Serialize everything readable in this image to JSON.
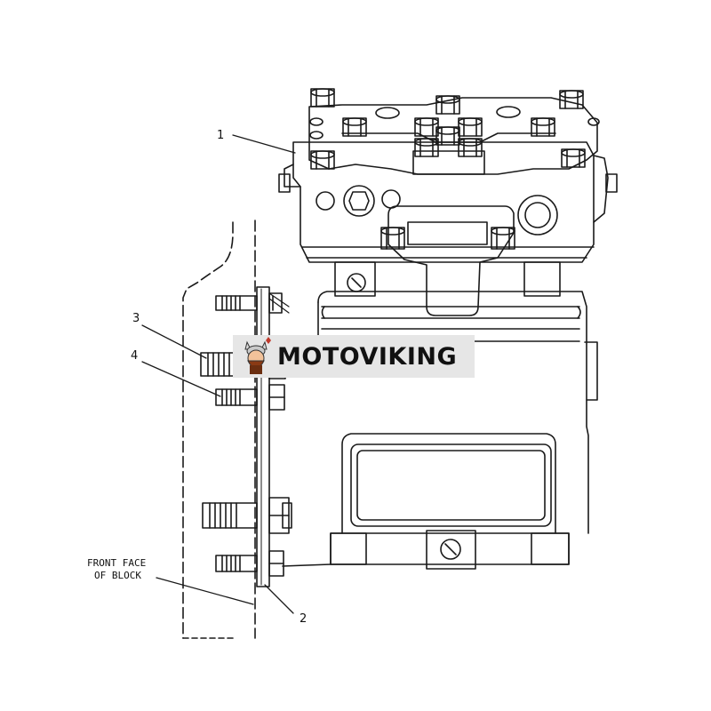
{
  "callouts": {
    "c1": "1",
    "c2": "2",
    "c3": "3",
    "c4": "4"
  },
  "notes": {
    "front_face_line1": "FRONT FACE",
    "front_face_line2": "OF BLOCK"
  },
  "watermark": {
    "text": "MOTOVIKING",
    "logo_icon": "viking-mascot-icon"
  },
  "colors": {
    "line": "#1a1a1a",
    "watermark_bg": "#e6e6e6",
    "logo_accent": "#8a3a14"
  }
}
